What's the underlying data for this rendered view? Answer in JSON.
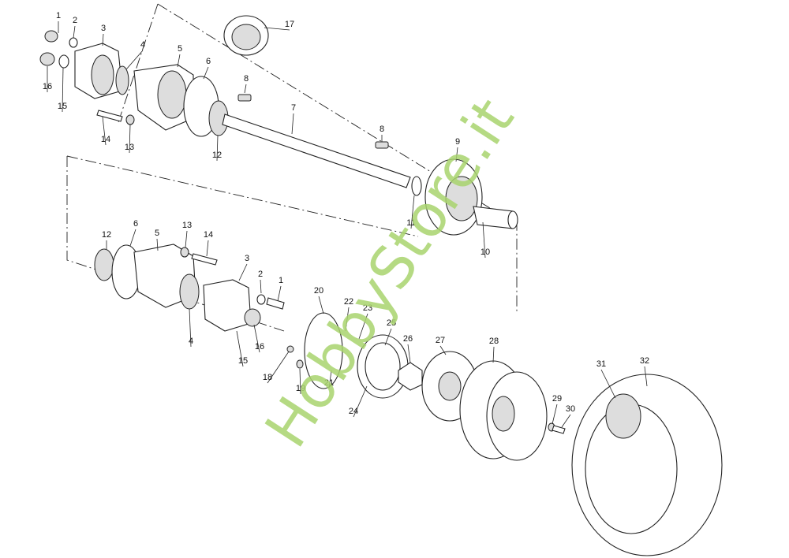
{
  "diagram": {
    "title": "Exploded view of rear axle, brake and wheel assembly",
    "watermark": "HobbyStore.it",
    "upper_labels": [
      "1",
      "2",
      "3",
      "4",
      "5",
      "6",
      "8",
      "7",
      "8",
      "9",
      "17",
      "16",
      "15",
      "14",
      "13",
      "12",
      "11",
      "10"
    ],
    "lower_labels": [
      "12",
      "6",
      "5",
      "13",
      "14",
      "3",
      "2",
      "1",
      "4",
      "15",
      "16",
      "20",
      "22",
      "23",
      "25",
      "26",
      "27",
      "28",
      "18",
      "19",
      "21",
      "24",
      "29",
      "30",
      "31",
      "32"
    ]
  }
}
